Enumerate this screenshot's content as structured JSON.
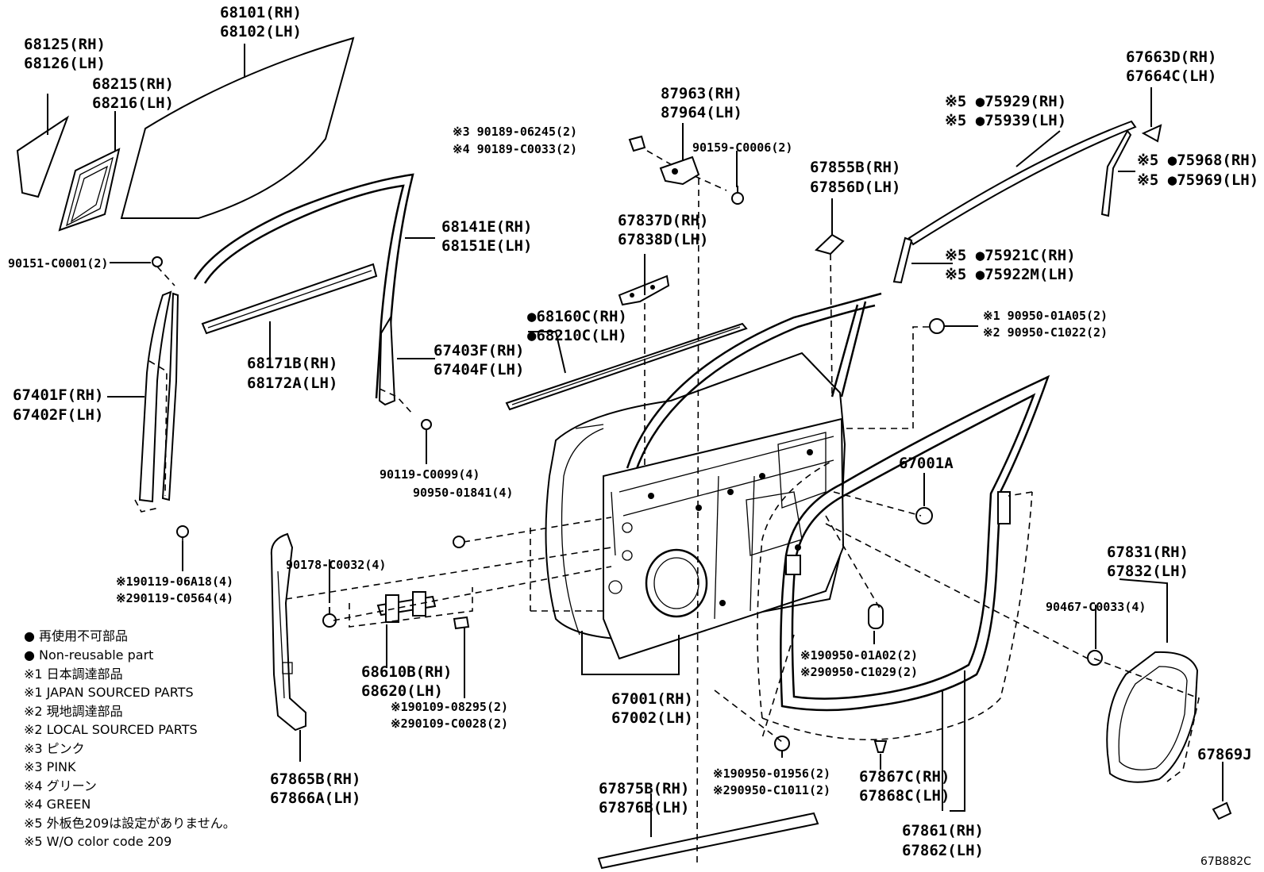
{
  "labels": [
    {
      "id": "68101",
      "lines": [
        "68101(RH)",
        "68102(LH)"
      ]
    },
    {
      "id": "68125",
      "lines": [
        "68125(RH)",
        "68126(LH)"
      ]
    },
    {
      "id": "68215",
      "lines": [
        "68215(RH)",
        "68216(LH)"
      ]
    },
    {
      "id": "87963",
      "lines": [
        "87963(RH)",
        "87964(LH)"
      ]
    },
    {
      "id": "90189",
      "lines": [
        "※3 90189-06245(2)",
        "※4 90189-C0033(2)"
      ]
    },
    {
      "id": "90159",
      "lines": [
        "90159-C0006(2)"
      ]
    },
    {
      "id": "67663",
      "lines": [
        "67663D(RH)",
        "67664C(LH)"
      ]
    },
    {
      "id": "75929",
      "lines": [
        "※5 ●75929(RH)",
        "※5 ●75939(LH)"
      ]
    },
    {
      "id": "75968",
      "lines": [
        "※5 ●75968(RH)",
        "※5 ●75969(LH)"
      ]
    },
    {
      "id": "67855",
      "lines": [
        "67855B(RH)",
        "67856D(LH)"
      ]
    },
    {
      "id": "68141",
      "lines": [
        "68141E(RH)",
        "68151E(LH)"
      ]
    },
    {
      "id": "67837",
      "lines": [
        "67837D(RH)",
        "67838D(LH)"
      ]
    },
    {
      "id": "90151",
      "lines": [
        "90151-C0001(2)"
      ]
    },
    {
      "id": "75921",
      "lines": [
        "※5 ●75921C(RH)",
        "※5 ●75922M(LH)"
      ]
    },
    {
      "id": "68171",
      "lines": [
        "68171B(RH)",
        "68172A(LH)"
      ]
    },
    {
      "id": "68160",
      "lines": [
        "●68160C(RH)",
        "●68210C(LH)"
      ]
    },
    {
      "id": "90950a",
      "lines": [
        "※1 90950-01A05(2)",
        "※2 90950-C1022(2)"
      ]
    },
    {
      "id": "67403",
      "lines": [
        "67403F(RH)",
        "67404F(LH)"
      ]
    },
    {
      "id": "67401",
      "lines": [
        "67401F(RH)",
        "67402F(LH)"
      ]
    },
    {
      "id": "90119a",
      "lines": [
        "90119-C0099(4)"
      ]
    },
    {
      "id": "90950b",
      "lines": [
        "90950-01841(4)"
      ]
    },
    {
      "id": "67001A",
      "lines": [
        "67001A"
      ]
    },
    {
      "id": "90178",
      "lines": [
        "90178-C0032(4)"
      ]
    },
    {
      "id": "67831",
      "lines": [
        "67831(RH)",
        "67832(LH)"
      ]
    },
    {
      "id": "90119b",
      "lines": [
        "※190119-06A18(4)",
        "※290119-C0564(4)"
      ]
    },
    {
      "id": "90467",
      "lines": [
        "90467-C0033(4)"
      ]
    },
    {
      "id": "68610",
      "lines": [
        "68610B(RH)",
        "68620(LH)"
      ]
    },
    {
      "id": "90950c",
      "lines": [
        "※190950-01A02(2)",
        "※290950-C1029(2)"
      ]
    },
    {
      "id": "90109",
      "lines": [
        "※190109-08295(2)",
        "※290109-C0028(2)"
      ]
    },
    {
      "id": "67001",
      "lines": [
        "67001(RH)",
        "67002(LH)"
      ]
    },
    {
      "id": "67869",
      "lines": [
        "67869J"
      ]
    },
    {
      "id": "67865",
      "lines": [
        "67865B(RH)",
        "67866A(LH)"
      ]
    },
    {
      "id": "90950d",
      "lines": [
        "※190950-01956(2)",
        "※290950-C1011(2)"
      ]
    },
    {
      "id": "67867",
      "lines": [
        "67867C(RH)",
        "67868C(LH)"
      ]
    },
    {
      "id": "67875",
      "lines": [
        "67875B(RH)",
        "67876B(LH)"
      ]
    },
    {
      "id": "67861",
      "lines": [
        "67861(RH)",
        "67862(LH)"
      ]
    }
  ],
  "legend": [
    "● 再使用不可部品",
    "● Non-reusable part",
    "※1 日本調達部品",
    "※1 JAPAN SOURCED PARTS",
    "※2 現地調達部品",
    "※2 LOCAL SOURCED PARTS",
    "※3 ピンク",
    "※3 PINK",
    "※4 グリーン",
    "※4 GREEN",
    "※5 外板色209は設定がありません。",
    "※5 W/O color code 209"
  ],
  "diagram_code": "67B882C"
}
